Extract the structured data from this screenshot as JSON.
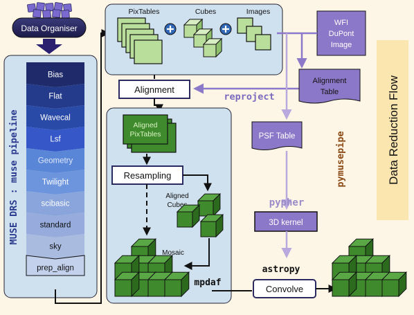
{
  "title": "Data Reduction Flow",
  "data_organiser": "Data Organiser",
  "pipeline_label": "MUSE DRS : muse pipeline",
  "pipeline_steps": [
    "Bias",
    "Flat",
    "Wavecal",
    "Lsf",
    "Geometry",
    "Twilight",
    "scibasic",
    "standard",
    "sky",
    "prep_align"
  ],
  "inputs": {
    "pixtables": "PixTables",
    "cubes": "Cubes",
    "images": "Images"
  },
  "wfi": [
    "WFI",
    "DuPont",
    "Image"
  ],
  "alignment": "Alignment",
  "reproject": "reproject",
  "alignment_table": [
    "Alignment",
    "Table"
  ],
  "aligned_pixtables": [
    "Aligned",
    "PixTables"
  ],
  "resampling": "Resampling",
  "aligned_cubes": [
    "Aligned",
    "Cubes"
  ],
  "mosaic": "Mosaic",
  "mpdaf": "mpdaf",
  "psf_table": "PSF Table",
  "pymusepipe": "pymusepipe",
  "pypher": "pypher",
  "kernel": "3D kernel",
  "astropy": "astropy",
  "convolve": "Convolve",
  "colors": {
    "page_bg": "#fdf6e6",
    "panel_bg": "#cfe0ee",
    "green_light": "#b9dd9a",
    "green_dark": "#3e8a2c",
    "purple": "#8c78c8",
    "purple_light": "#b7a8dd",
    "navy": "#1e1f52"
  }
}
